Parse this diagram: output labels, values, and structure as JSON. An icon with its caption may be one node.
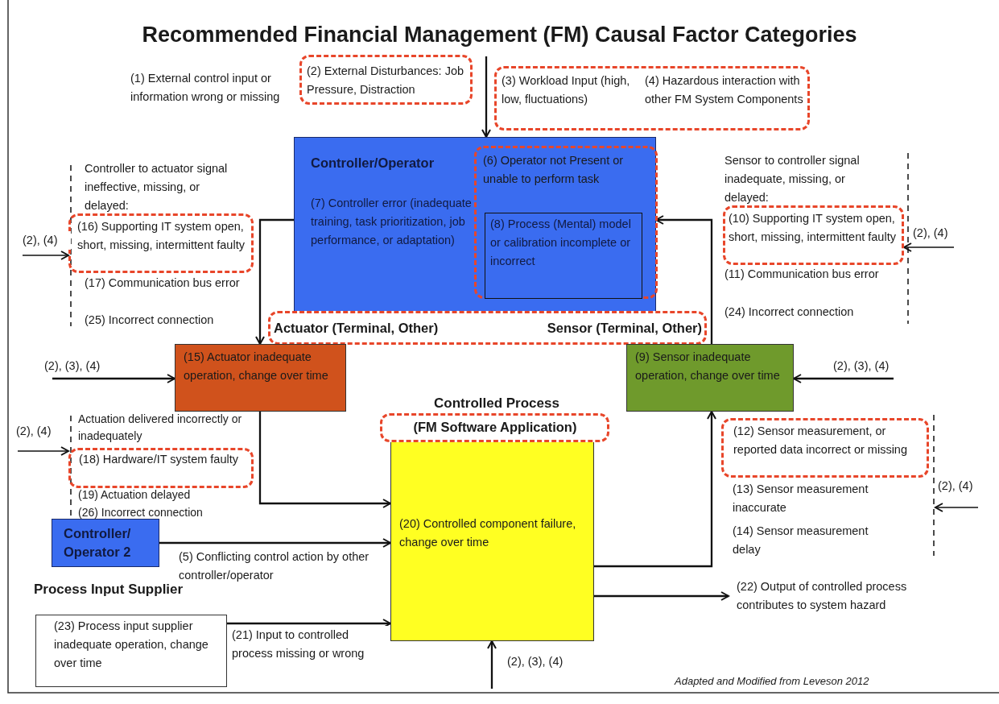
{
  "diagram": {
    "title": "Recommended Financial Management (FM) Causal Factor Categories",
    "nodes": [
      {
        "text": [
          "Controller/Operator",
          "(7) Controller error (inadequate training, task prioritization, job performance, or adaptation)"
        ]
      },
      {
        "text": [
          "(6) Operator not Present or unable to perform task"
        ],
        "in": 0
      },
      {
        "text": [
          "(8) Process (Mental) model or calibration incomplete or incorrect"
        ],
        "in": 1
      },
      {
        "text": [
          "(2) External Disturbances: Job Pressure, Distraction"
        ]
      },
      {
        "text": [
          "(3) Workload Input (high, low, fluctuations)",
          "(4) Hazardous interaction with other FM System Components"
        ]
      },
      {
        "text": [
          "Actuator (Terminal, Other)",
          "Sensor (Terminal, Other)"
        ]
      },
      {
        "text": [
          "(15) Actuator inadequate operation, change over time"
        ]
      },
      {
        "text": [
          "(9) Sensor inadequate operation, change over time"
        ]
      },
      {
        "text": [
          "(20) Controlled component failure, change over time"
        ]
      },
      {
        "text": [
          "(FM Software Application)"
        ]
      },
      {
        "text": [
          "Controller/ Operator 2"
        ]
      },
      {
        "text": [
          "(23) Process input supplier inadequate operation, change over time"
        ]
      },
      {
        "text": [
          "(16) Supporting IT system open, short, missing, intermittent faulty"
        ]
      },
      {
        "text": [
          "(10) Supporting IT system open, short, missing, intermittent faulty"
        ]
      },
      {
        "text": [
          "(18) Hardware/IT system faulty"
        ]
      },
      {
        "text": [
          "(12) Sensor measurement, or reported data incorrect or missing"
        ]
      }
    ],
    "edges": [
      {
        "from": null,
        "to": 0,
        "arrow": "to"
      },
      {
        "from": 0,
        "to": 6,
        "arrow": "to"
      },
      {
        "from": 7,
        "to": 0,
        "arrow": "to"
      },
      {
        "from": null,
        "to": 6,
        "arrow": "to",
        "label": "(2), (3), (4)"
      },
      {
        "from": null,
        "to": 7,
        "arrow": "to",
        "label": "(2), (3), (4)"
      },
      {
        "from": 6,
        "to": 8,
        "arrow": "to"
      },
      {
        "from": 10,
        "to": 8,
        "arrow": "to",
        "label": "(5) Conflicting control action by other controller/operator"
      },
      {
        "from": 11,
        "to": 8,
        "arrow": "to",
        "label": "(21) Input to controlled process missing or wrong"
      },
      {
        "from": 8,
        "to": 7,
        "arrow": "to"
      },
      {
        "from": 8,
        "to": null,
        "arrow": "to",
        "label": "(22) Output of controlled process contributes to system hazard"
      },
      {
        "from": null,
        "to": 8,
        "arrow": "to",
        "label": "(2), (3), (4)"
      },
      {
        "from": null,
        "to": 12,
        "arrow": "to",
        "label": "(2), (4)"
      },
      {
        "from": null,
        "to": 13,
        "arrow": "to",
        "label": "(2), (4)"
      },
      {
        "from": null,
        "to": 14,
        "arrow": "to",
        "label": "(2), (4)"
      }
    ],
    "labels": [
      "(1) External control input or information wrong or missing",
      "Controller to actuator signal ineffective, missing, or delayed:",
      "(17) Communication bus error",
      "(25) Incorrect connection",
      "Sensor to controller signal inadequate, missing, or delayed:",
      "(11) Communication bus error",
      "(24) Incorrect connection",
      "Actuation delivered incorrectly or inadequately",
      "(19) Actuation delayed",
      "(26) Incorrect connection",
      "Controlled Process",
      "Process Input Supplier",
      "(13) Sensor measurement inaccurate",
      "(14) Sensor measurement delay",
      "(2), (4)",
      "Adapted and Modified from Leveson 2012"
    ]
  }
}
